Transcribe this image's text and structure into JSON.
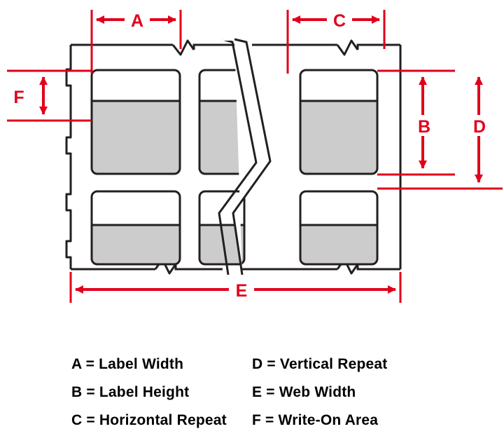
{
  "diagram": {
    "type": "label-stock-dimension-diagram",
    "dimension_labels": {
      "a": "A",
      "b": "B",
      "c": "C",
      "d": "D",
      "e": "E",
      "f": "F"
    },
    "colors": {
      "dimension_red": "#e2001a",
      "outline_black": "#231f20",
      "fill_gray": "#cccccc",
      "fill_white": "#ffffff",
      "background": "#ffffff"
    }
  },
  "legend": {
    "rows": [
      {
        "left": "A = Label Width",
        "right": "D = Vertical Repeat"
      },
      {
        "left": "B = Label Height",
        "right": "E = Web Width"
      },
      {
        "left": "C = Horizontal Repeat",
        "right": "F = Write-On Area"
      }
    ]
  }
}
